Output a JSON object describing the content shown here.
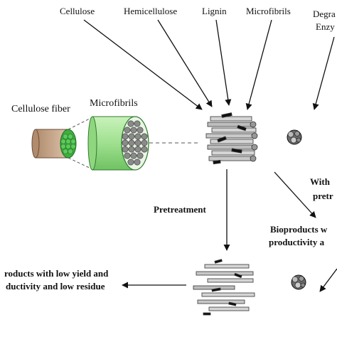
{
  "labels": {
    "cellulose": "Cellulose",
    "hemicellulose": "Hemicellulose",
    "lignin": "Lignin",
    "microfibrils_top": "Microfibrils",
    "degrading_enzymes_line1": "Degra",
    "degrading_enzymes_line2": "Enzy",
    "cellulose_fiber": "Cellulose fiber",
    "microfibrils_mid": "Microfibrils",
    "without_line1": "With",
    "without_line2": "pretr",
    "pretreatment": "Pretreatment",
    "bioproducts_high_line1": "Bioproducts w",
    "bioproducts_high_line2": "productivity a",
    "bioproducts_low_line1": "roducts with low yield and",
    "bioproducts_low_line2": "ductivity and low residue"
  },
  "colors": {
    "fiber_brown": "#c8a78a",
    "fiber_green": "#3fae3f",
    "microfibril_green": "#a9e59b",
    "ink": "#111111"
  }
}
